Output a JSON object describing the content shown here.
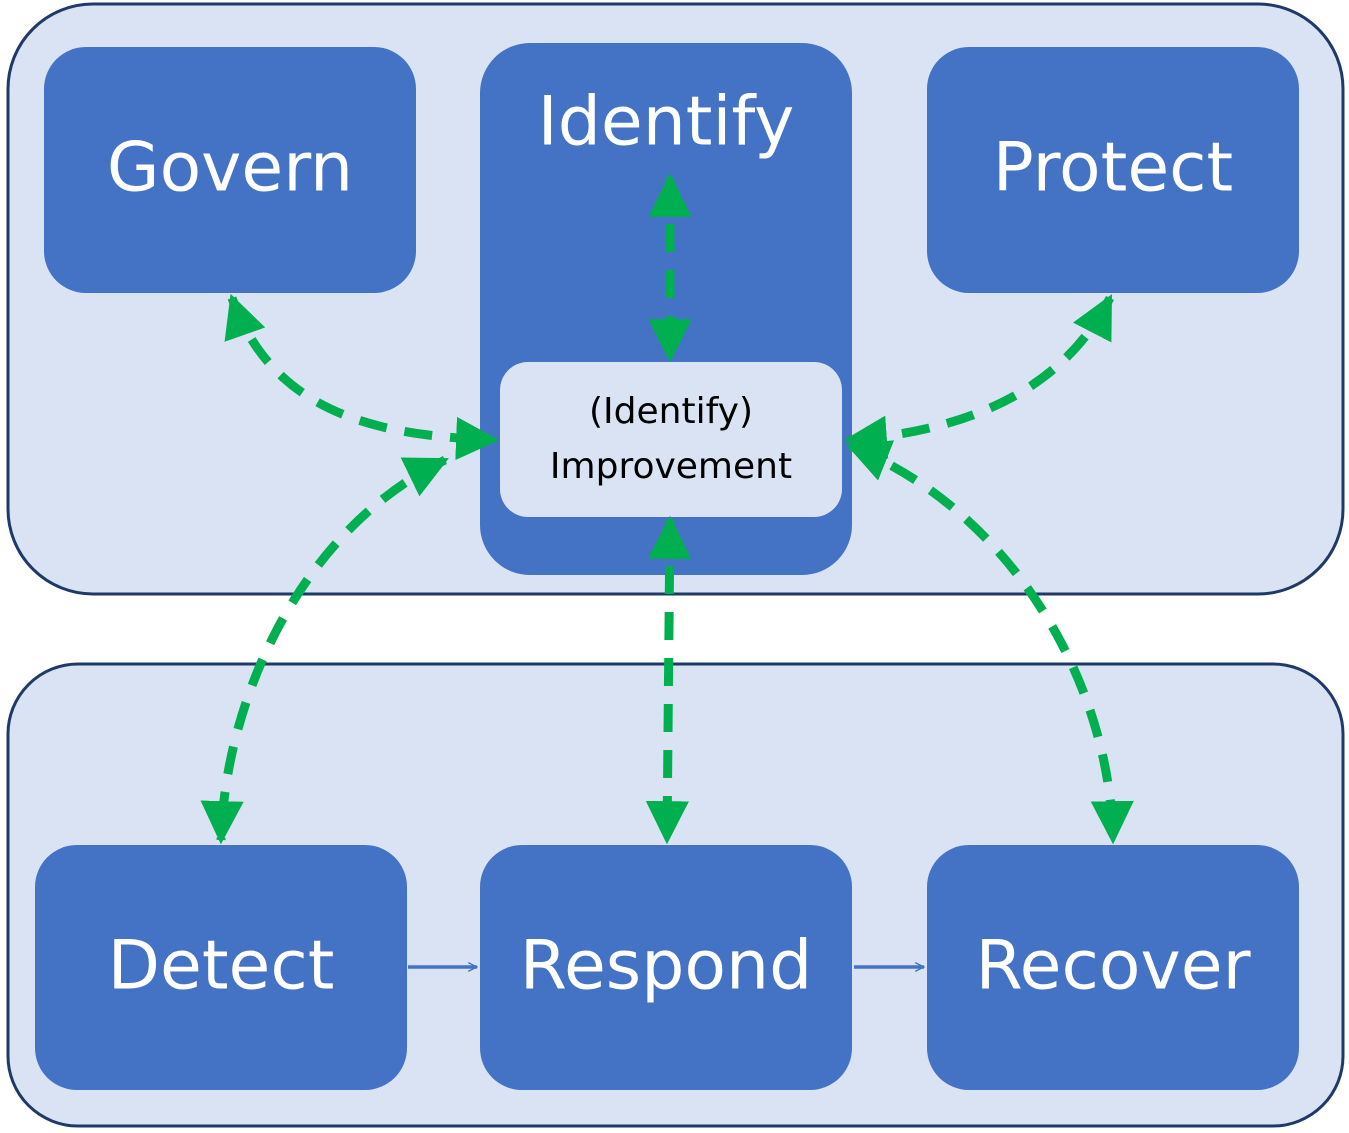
{
  "colors": {
    "group_fill": "#dae3f3",
    "group_stroke": "#1f3a68",
    "box_fill": "#4472c4",
    "inner_fill": "#dae3f3",
    "green": "#00b050",
    "flow": "#4472c4"
  },
  "boxes": {
    "govern": "Govern",
    "identify": "Identify",
    "protect": "Protect",
    "detect": "Detect",
    "respond": "Respond",
    "recover": "Recover"
  },
  "improvement": {
    "line1": "(Identify)",
    "line2": "Improvement"
  }
}
